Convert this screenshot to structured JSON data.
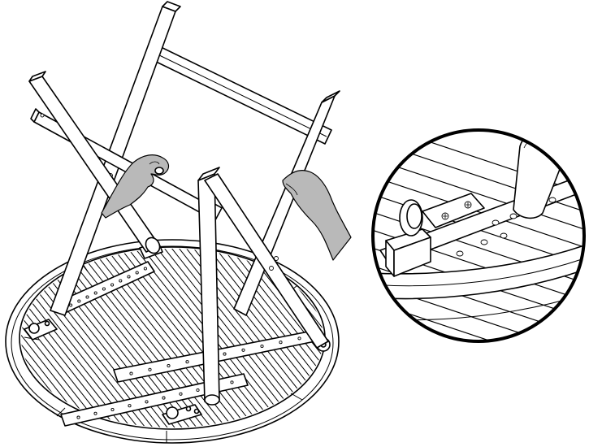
{
  "figure": {
    "type": "assembly-illustration",
    "subject": "folding-round-table-upside-down",
    "components": [
      "round-slatted-tabletop",
      "top-cross-rail",
      "folding-leg-frame-a",
      "folding-leg-frame-b",
      "cross-braces",
      "hinge-brackets",
      "two-hands"
    ],
    "detail_inset": "round-magnifier-hinge-closeup",
    "colors": {
      "line": "#000000",
      "background": "#ffffff",
      "hand_fill": "#b9b9b9"
    },
    "text": []
  }
}
